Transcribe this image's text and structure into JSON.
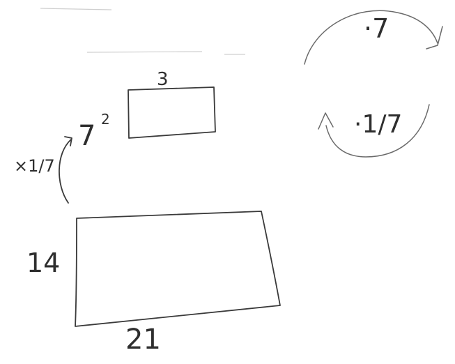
{
  "small_rect": {
    "top_label": "3",
    "side_label": "7",
    "side_superscript": "2"
  },
  "large_rect": {
    "side_label": "14",
    "bottom_label": "21"
  },
  "scale_arrow_label": "×1/7",
  "cycle": {
    "top_label": "·7",
    "bottom_label": "·1/7"
  }
}
